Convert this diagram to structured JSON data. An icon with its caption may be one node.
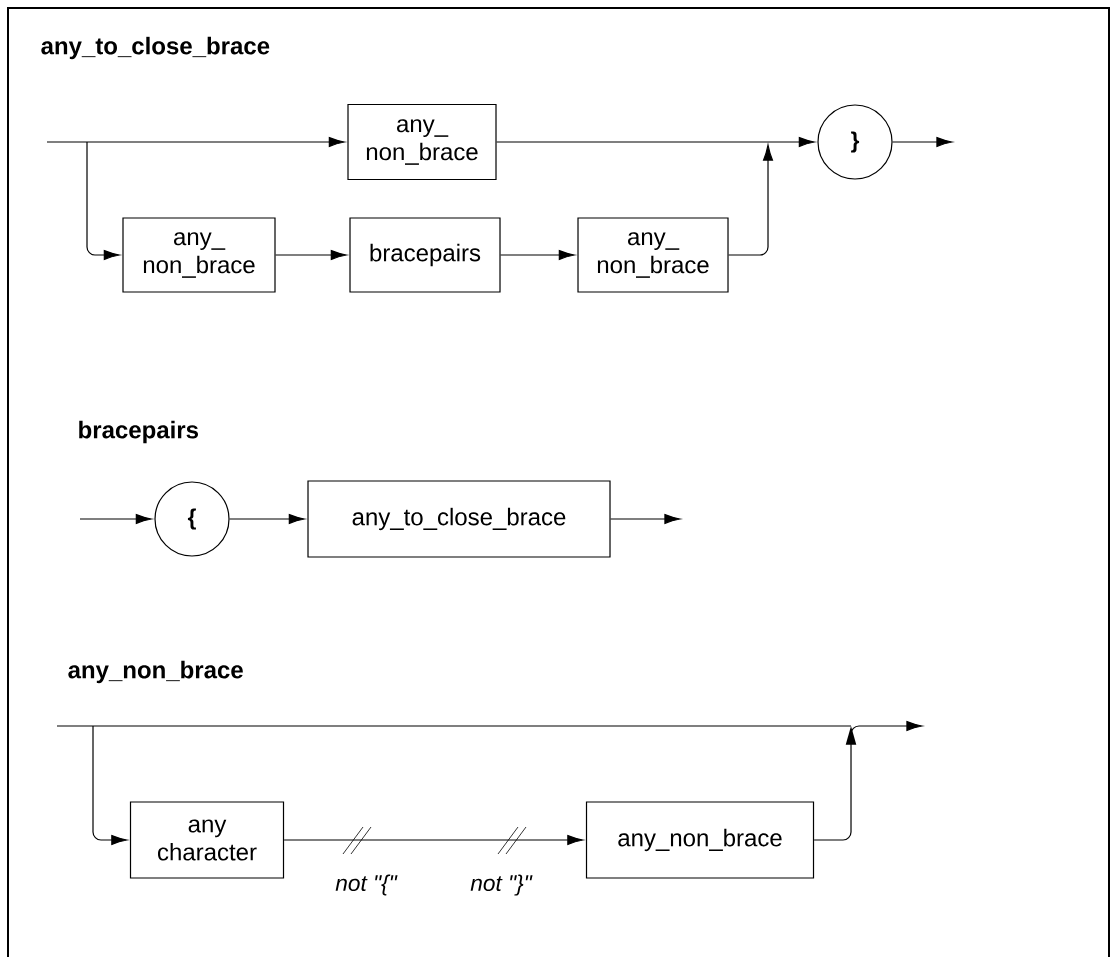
{
  "diagram": {
    "nodes": [
      {
        "text": [
          "any_ non_brace"
        ]
      },
      {
        "text": [
          "any_ non_brace"
        ]
      },
      {
        "text": [
          "bracepairs"
        ]
      },
      {
        "text": [
          "any_ non_brace"
        ]
      },
      {
        "text": [
          "}"
        ]
      },
      {
        "text": [
          "{"
        ]
      },
      {
        "text": [
          "any_to_close_brace"
        ]
      },
      {
        "text": [
          "any character"
        ]
      },
      {
        "text": [
          "any_non_brace"
        ]
      }
    ],
    "edges": [
      {
        "from": null,
        "to": 0,
        "arrow": "to"
      },
      {
        "from": null,
        "to": 1,
        "arrow": "to"
      },
      {
        "from": 1,
        "to": 2,
        "arrow": "to"
      },
      {
        "from": 2,
        "to": 3,
        "arrow": "to"
      },
      {
        "from": 0,
        "to": 4,
        "arrow": "to"
      },
      {
        "from": 3,
        "to": 4,
        "arrow": "to"
      },
      {
        "from": 4,
        "to": null,
        "arrow": "to"
      },
      {
        "from": null,
        "to": 5,
        "arrow": "to"
      },
      {
        "from": 5,
        "to": 6,
        "arrow": "to"
      },
      {
        "from": 6,
        "to": null,
        "arrow": "to"
      },
      {
        "from": null,
        "to": 7,
        "arrow": "to"
      },
      {
        "from": 7,
        "to": 8,
        "arrow": "to"
      },
      {
        "from": 8,
        "to": null,
        "arrow": "to"
      }
    ],
    "labels": [
      "any_to_close_brace",
      "bracepairs",
      "any_non_brace",
      "not \"{\"",
      "not \"}\""
    ]
  }
}
